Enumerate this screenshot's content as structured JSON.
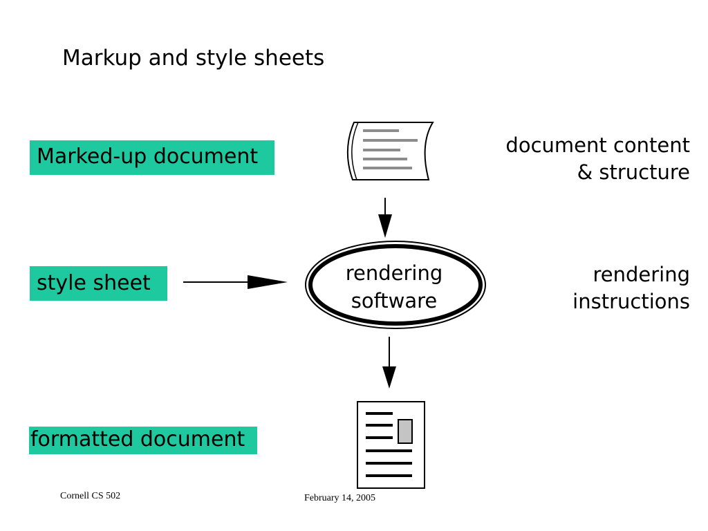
{
  "slide": {
    "title": "Markup and style sheets",
    "accent_color": "#1ec99f",
    "left_labels": {
      "marked_up_document": "Marked-up document",
      "style_sheet": "style sheet",
      "formatted_document": "formatted document"
    },
    "center": {
      "rendering_line1": "rendering",
      "rendering_line2": "software"
    },
    "right_labels": {
      "content_line1": "document content",
      "content_line2": "& structure",
      "instructions_line1": "rendering",
      "instructions_line2": "instructions"
    },
    "icons": {
      "source": "text-document-scroll-icon",
      "output": "formatted-page-icon"
    }
  },
  "footer": {
    "left": "Cornell CS 502",
    "center": "February 14, 2005"
  }
}
